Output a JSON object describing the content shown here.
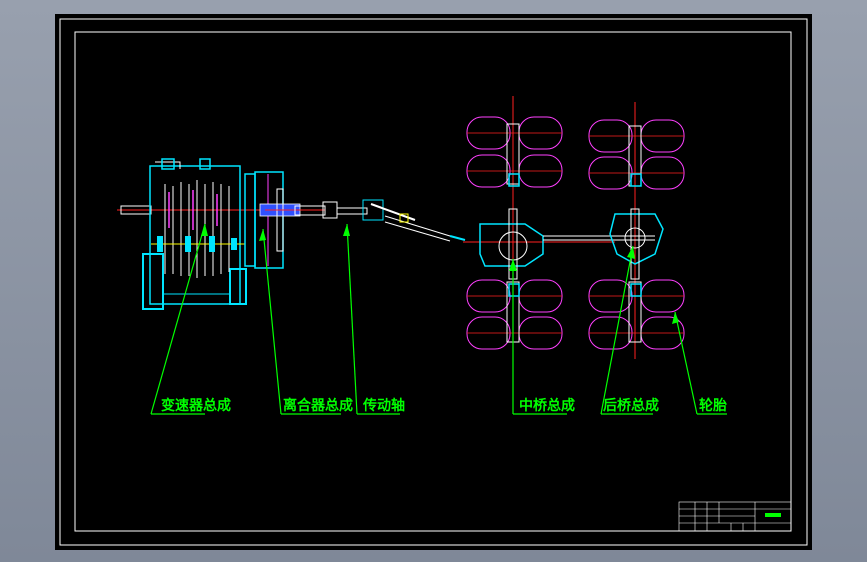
{
  "labels": {
    "gearbox": "变速器总成",
    "clutch": "离合器总成",
    "driveshaft": "传动轴",
    "middle_axle": "中桥总成",
    "rear_axle": "后桥总成",
    "tire": "轮胎"
  },
  "colors": {
    "background": "#000000",
    "frame": "#ffffff",
    "leader": "#00ff00",
    "tire": "#ff40ff",
    "center": "#ff2020",
    "part": "#00e5ff",
    "part_alt": "#ffffff"
  }
}
